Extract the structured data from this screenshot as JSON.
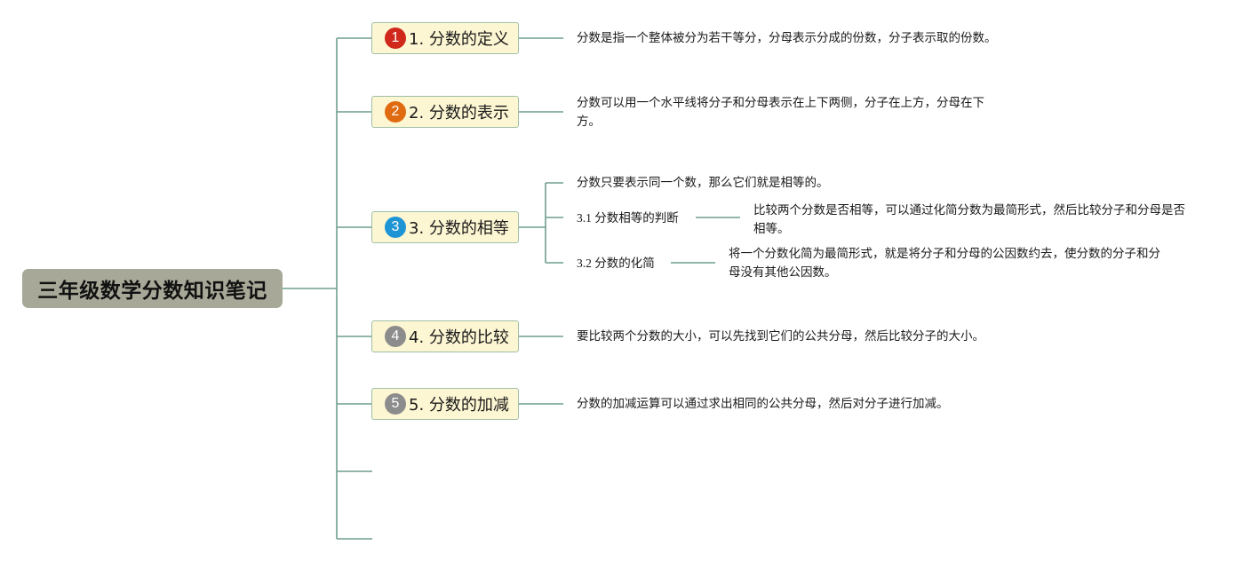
{
  "colors": {
    "line": "#6f9e8c",
    "root_bg": "#a8a898",
    "branch_bg": "#fdf6d3",
    "branch_border": "#9fbfa6",
    "badge_1": "#d0281a",
    "badge_2": "#e06a10",
    "badge_3": "#1f94d4",
    "badge_4": "#8c8c8c",
    "badge_5": "#8c8c8c"
  },
  "root": {
    "title": "三年级数学分数知识笔记"
  },
  "branches": [
    {
      "number": "1",
      "label": "1. 分数的定义",
      "note": "分数是指一个整体被分为若干等分，分母表示分成的份数，分子表示取的份数。"
    },
    {
      "number": "2",
      "label": "2. 分数的表示",
      "note": "分数可以用一个水平线将分子和分母表示在上下两侧，分子在上方，分母在下方。"
    },
    {
      "number": "3",
      "label": "3. 分数的相等",
      "note": "分数只要表示同一个数，那么它们就是相等的。",
      "subtopics": [
        {
          "label": "3.1 分数相等的判断",
          "note": "比较两个分数是否相等，可以通过化简分数为最简形式，然后比较分子和分母是否相等。"
        },
        {
          "label": "3.2 分数的化简",
          "note": "将一个分数化简为最简形式，就是将分子和分母的公因数约去，使分数的分子和分母没有其他公因数。"
        }
      ]
    },
    {
      "number": "4",
      "label": "4. 分数的比较",
      "note": "要比较两个分数的大小，可以先找到它们的公共分母，然后比较分子的大小。"
    },
    {
      "number": "5",
      "label": "5. 分数的加减",
      "note": "分数的加减运算可以通过求出相同的公共分母，然后对分子进行加减。"
    }
  ]
}
